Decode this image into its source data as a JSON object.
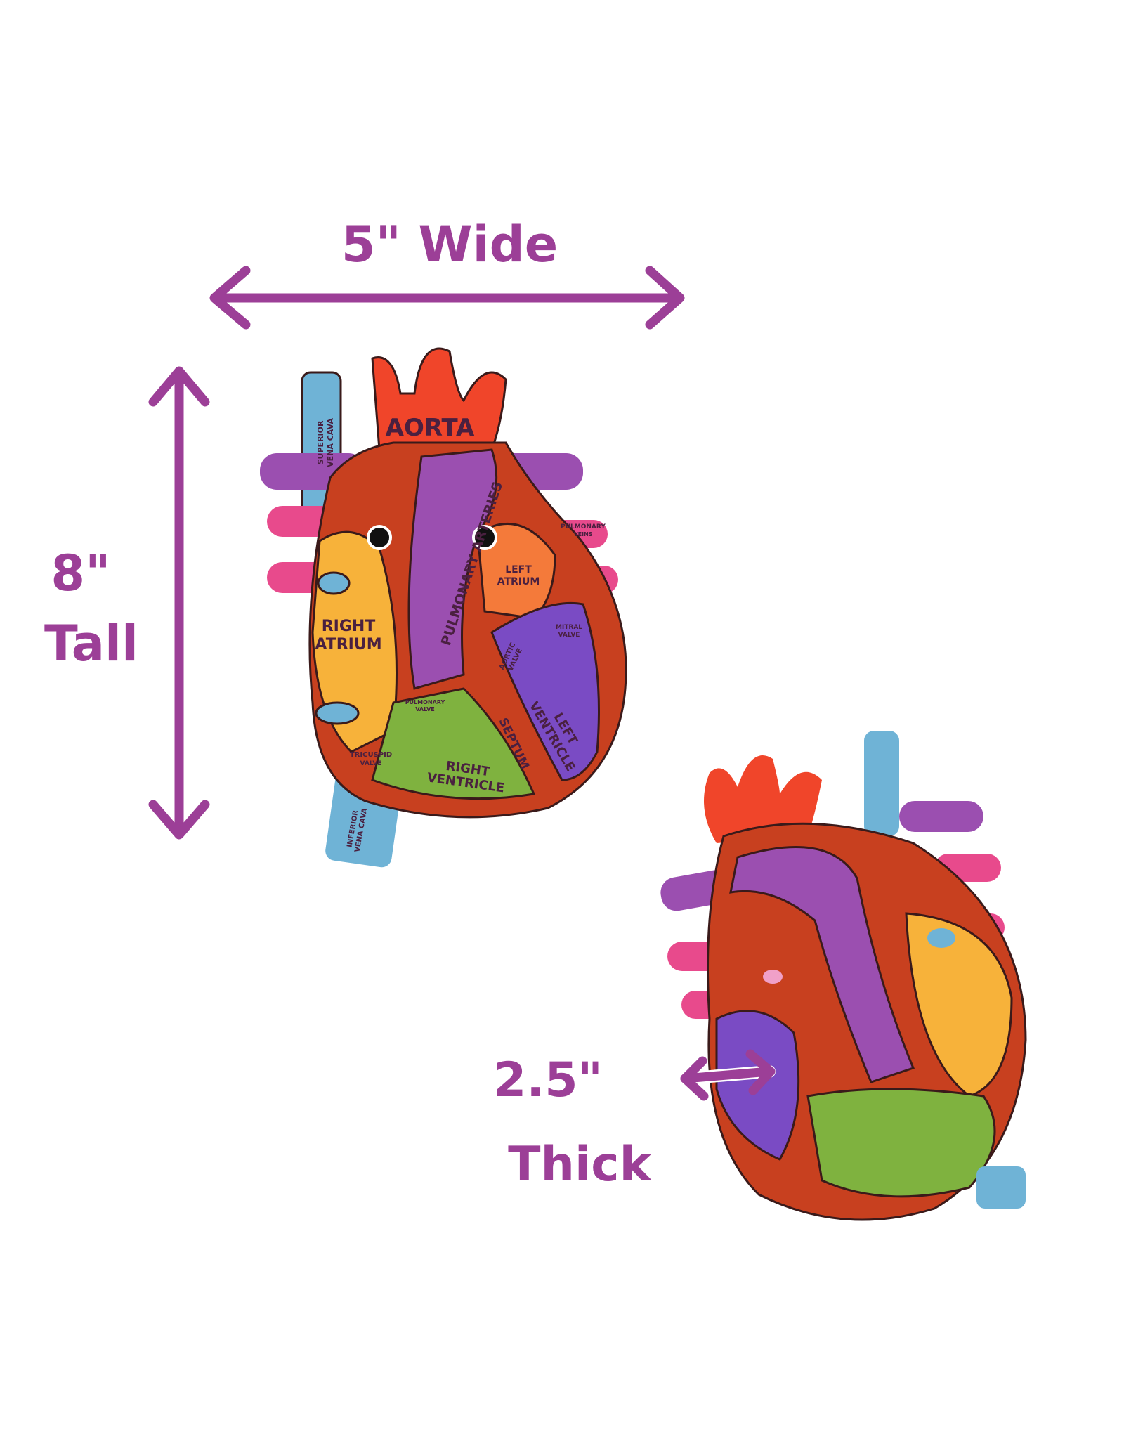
{
  "dimensions": {
    "width_label": "5\" Wide",
    "height_value": "8\"",
    "height_word": "Tall",
    "thickness_value": "2.5\"",
    "thickness_word": "Thick"
  },
  "heart_labels": {
    "aorta": "AORTA",
    "superior_vena_cava_1": "SUPERIOR",
    "superior_vena_cava_2": "VENA CAVA",
    "pulmonary_arteries": "PULMONARY ARTERIES",
    "pulmonary_veins_1": "PULMONARY",
    "pulmonary_veins_2": "VEINS",
    "left_atrium_1": "LEFT",
    "left_atrium_2": "ATRIUM",
    "right_atrium_1": "RIGHT",
    "right_atrium_2": "ATRIUM",
    "mitral_valve_1": "MITRAL",
    "mitral_valve_2": "VALVE",
    "aortic_valve_1": "AORTIC",
    "aortic_valve_2": "VALVE",
    "pulmonary_valve_1": "PULMONARY",
    "pulmonary_valve_2": "VALVE",
    "tricuspid_valve_1": "TRICUSPID",
    "tricuspid_valve_2": "VALVE",
    "septum": "SEPTUM",
    "left_ventricle_1": "LEFT",
    "left_ventricle_2": "VENTRICLE",
    "right_ventricle_1": "RIGHT",
    "right_ventricle_2": "VENTRICLE",
    "inferior_vena_cava_1": "INFERIOR",
    "inferior_vena_cava_2": "VENA CAVA"
  },
  "colors": {
    "annotation": "#9c3f97",
    "aorta": "#f0452a",
    "pulmonary": "#9b4fb0",
    "vena_cava": "#6fb3d6",
    "right_atrium": "#f7b23a",
    "left_atrium": "#f47a3a",
    "left_ventricle": "#7a4bc4",
    "right_ventricle": "#7fb23f",
    "outer": "#c8401f",
    "pink": "#e84a8c"
  }
}
